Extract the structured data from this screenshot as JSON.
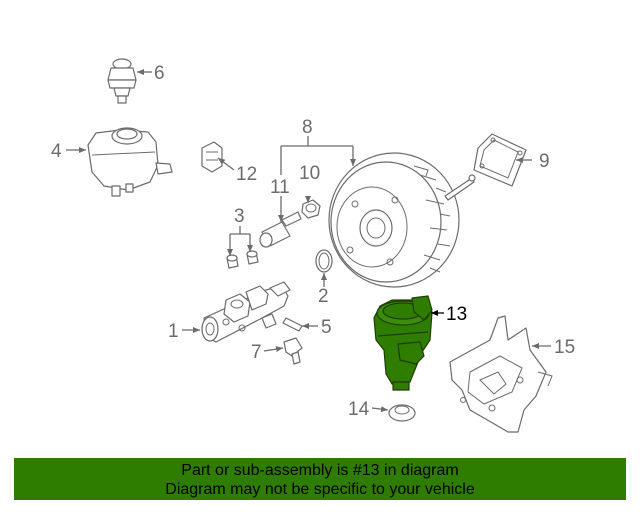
{
  "colors": {
    "line": "#6b6b6b",
    "highlight_part": "#2e7d00",
    "banner_background": "#2e7d00",
    "banner_text": "#000000"
  },
  "callouts": [
    {
      "id": "1",
      "label": "1"
    },
    {
      "id": "2",
      "label": "2"
    },
    {
      "id": "3",
      "label": "3"
    },
    {
      "id": "4",
      "label": "4"
    },
    {
      "id": "5",
      "label": "5"
    },
    {
      "id": "6",
      "label": "6"
    },
    {
      "id": "7",
      "label": "7"
    },
    {
      "id": "8",
      "label": "8"
    },
    {
      "id": "9",
      "label": "9"
    },
    {
      "id": "10",
      "label": "10"
    },
    {
      "id": "11",
      "label": "11"
    },
    {
      "id": "12",
      "label": "12"
    },
    {
      "id": "13",
      "label": "13"
    },
    {
      "id": "14",
      "label": "14"
    },
    {
      "id": "15",
      "label": "15"
    }
  ],
  "highlighted_part": "13",
  "banner": {
    "line1": "Part or sub-assembly is #13 in diagram",
    "line2": "Diagram may not be specific to your vehicle"
  }
}
